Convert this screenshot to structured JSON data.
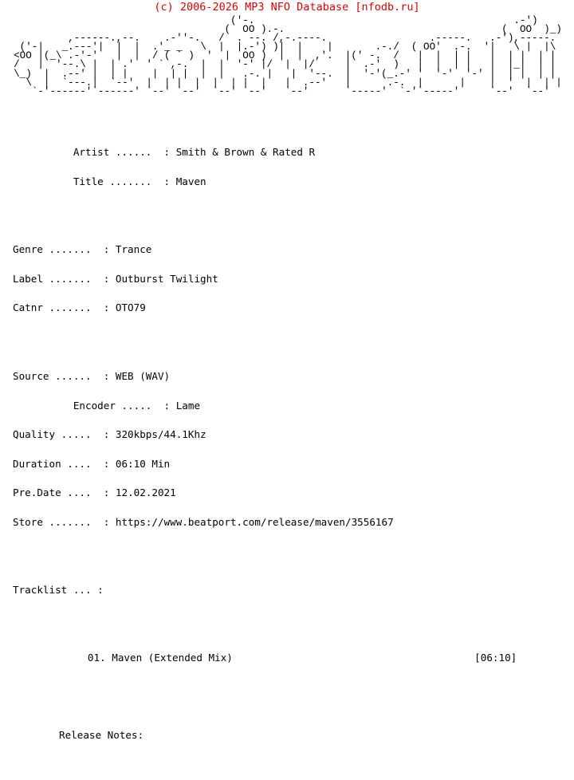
{
  "header": {
    "copyright": "(c) 2006-2026 MP3 NFO Database [nfodb.ru]",
    "color": "#dd0000"
  },
  "banner": {
    "name": "FALCON",
    "art": "                                      ('-.                                           .-')\n                                     (  OO ).-.                                    (  OO  )_)\n           ,------.,--.    .-''-.   /  . --. /,-.----.                 .-----.   .-'),-----.   ,--./ ,-.\n   ('-|   _.---'|  |  |  .'_ _   \\  |  |.-') )|  |    |       .-./  ( OO'  .-.  '|   \\ |  |\\\n  <OO |(_\\ .-'-'   |  |  / ( ` )  '  |  OO )  |  |  ,'.  |(' -.  /   |  |  | |   |  | |  | |\n  /   |  '--.\\ |  | .'  ' ` ,-.  |  |  '-' |/  |  |/     |  .-'  )   |  |  | |   |  |_|  | |\n  \\_)  |  .--' |  | |    |  | |  |  |   .-. |   |  '--.  |  '-'(_.-' '  '-'  '-' |  | |  | |\n    \\  |  `---.|  `--'  |  | |  |  |  | |  |   |  .--'   |      .-.  |      |    |  '  |  | |\n     `-'------'`------' `--' `--'  `--' `--'   `--'      `-----'  `-'`-----'     `--'  `--'",
    "art_lines": [
      "                                  ('-.                                        .-')",
      "                                 (  OO  ).-.                                 (  OO  )_)",
      "        ,------.     ,---.    .---.      .-----.      .-')    ,-----.    ,--./ ,--.",
      "  ('-|  _.---'|  \\-.  .\\  |  |.-')  '  .--./  ( OO'  .-.  '|  \\ |  |\\",
      " <OO |(_\\  .-'-'  .  |   |   |  |  OO )  |   |('-. /   '. |  |  | |  |  \\|  |  )",
      " /    |  '--.\\|  | .'   |  |  |  '-' |/  )  |OO  )\\ )  |  |\\|  |  ||    .   |/",
      " \\_)  |  .--' |  |  `-  |(|  '---  '|/_)  |OO,'  )\\_)  |  | |  |  ||   .\\     |/",
      "   \\  |  |_)  |  |  |  |  |(   '--.-(  ._)  '-'  )\\_)  |  |  |  '  |   | \\    |",
      "    `-'`--'   `--'  `--'  `--'     `-----'  `----'     `--'  `--'   `--' `--'"
    ]
  },
  "info": {
    "primary": [
      {
        "label": "Artist",
        "dots": "......",
        "value": "Smith & Brown & Rated R"
      },
      {
        "label": "Title",
        "dots": ".......",
        "value": "Maven"
      }
    ],
    "release": [
      {
        "label": "Genre",
        "dots": ".......",
        "value": "Trance"
      },
      {
        "label": "Label",
        "dots": ".......",
        "value": "Outburst Twilight"
      },
      {
        "label": "Catnr",
        "dots": ".......",
        "value": "OTO79"
      }
    ],
    "technical": [
      {
        "label": "Source",
        "dots": "......",
        "value": "WEB (WAV)"
      },
      {
        "label": "Encoder",
        "dots": ".....",
        "value": "Lame"
      },
      {
        "label": "Quality",
        "dots": ".....",
        "value": "320kbps/44.1Khz"
      },
      {
        "label": "Duration",
        "dots": "....",
        "value": "06:10 Min"
      },
      {
        "label": "Pre.Date",
        "dots": "....",
        "value": "12.02.2021"
      },
      {
        "label": "Store",
        "dots": ".......",
        "value": "https://www.beatport.com/release/maven/3556167"
      }
    ],
    "lines": {
      "artist": "          Artist ......  : Smith & Brown & Rated R",
      "title": "          Title .......  : Maven",
      "genre": "Genre .......  : Trance",
      "label": "Label .......  : Outburst Twilight",
      "catnr": "Catnr .......  : OTO79",
      "source": "Source ......  : WEB (WAV)",
      "encoder": "          Encoder .....  : Lame",
      "quality": "Quality .....  : 320kbps/44.1Khz",
      "duration": "Duration ....  : 06:10 Min",
      "predate": "Pre.Date ....  : 12.02.2021",
      "store": "Store .......  : https://www.beatport.com/release/maven/3556167"
    }
  },
  "tracklist": {
    "heading": "Tracklist ... :",
    "tracks": [
      {
        "number": "01.",
        "title": "Maven (Extended Mix)",
        "duration": "[06:10]"
      }
    ],
    "line_01": "     01. Maven (Extended Mix)                                        [06:10]"
  },
  "notes": {
    "heading": "Release Notes:",
    "body": ""
  }
}
